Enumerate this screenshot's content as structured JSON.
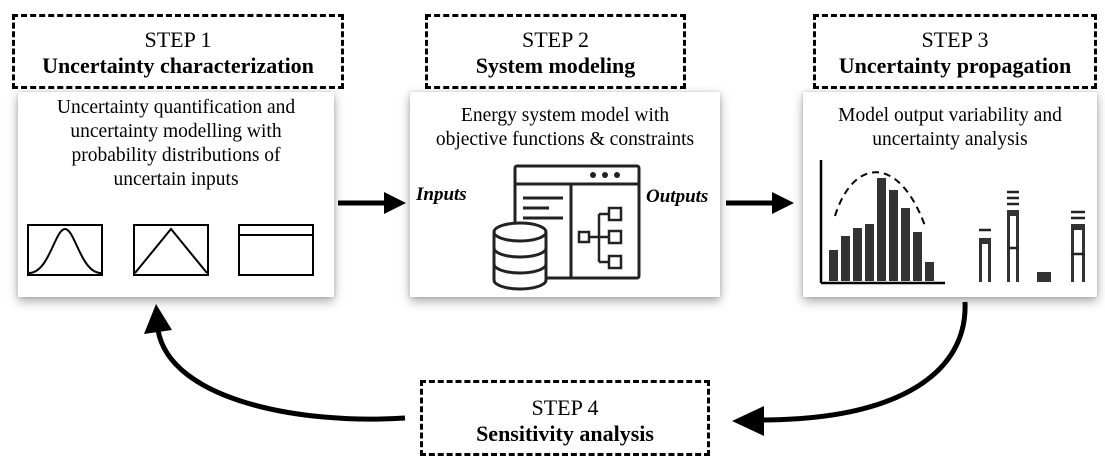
{
  "step1": {
    "number": "STEP 1",
    "title": "Uncertainty characterization",
    "description_lines": [
      "Uncertainty quantification and",
      "uncertainty modelling with",
      "probability distributions of",
      "uncertain inputs"
    ],
    "icons": [
      "normal-distribution-icon",
      "triangular-distribution-icon",
      "uniform-distribution-icon"
    ]
  },
  "step2": {
    "number": "STEP 2",
    "title": "System modeling",
    "description_lines": [
      "Energy system model with",
      "objective functions & constraints"
    ],
    "inputs_label": "Inputs",
    "outputs_label": "Outputs",
    "icons": [
      "database-icon",
      "model-window-icon"
    ]
  },
  "step3": {
    "number": "STEP 3",
    "title": "Uncertainty propagation",
    "description_lines": [
      "Model output variability and",
      "uncertainty analysis"
    ],
    "icons": [
      "histogram-icon",
      "output-bars-icon"
    ]
  },
  "step4": {
    "number": "STEP 4",
    "title": "Sensitivity analysis"
  },
  "colors": {
    "border": "#000000",
    "background": "#ffffff",
    "bars": "#333333"
  }
}
